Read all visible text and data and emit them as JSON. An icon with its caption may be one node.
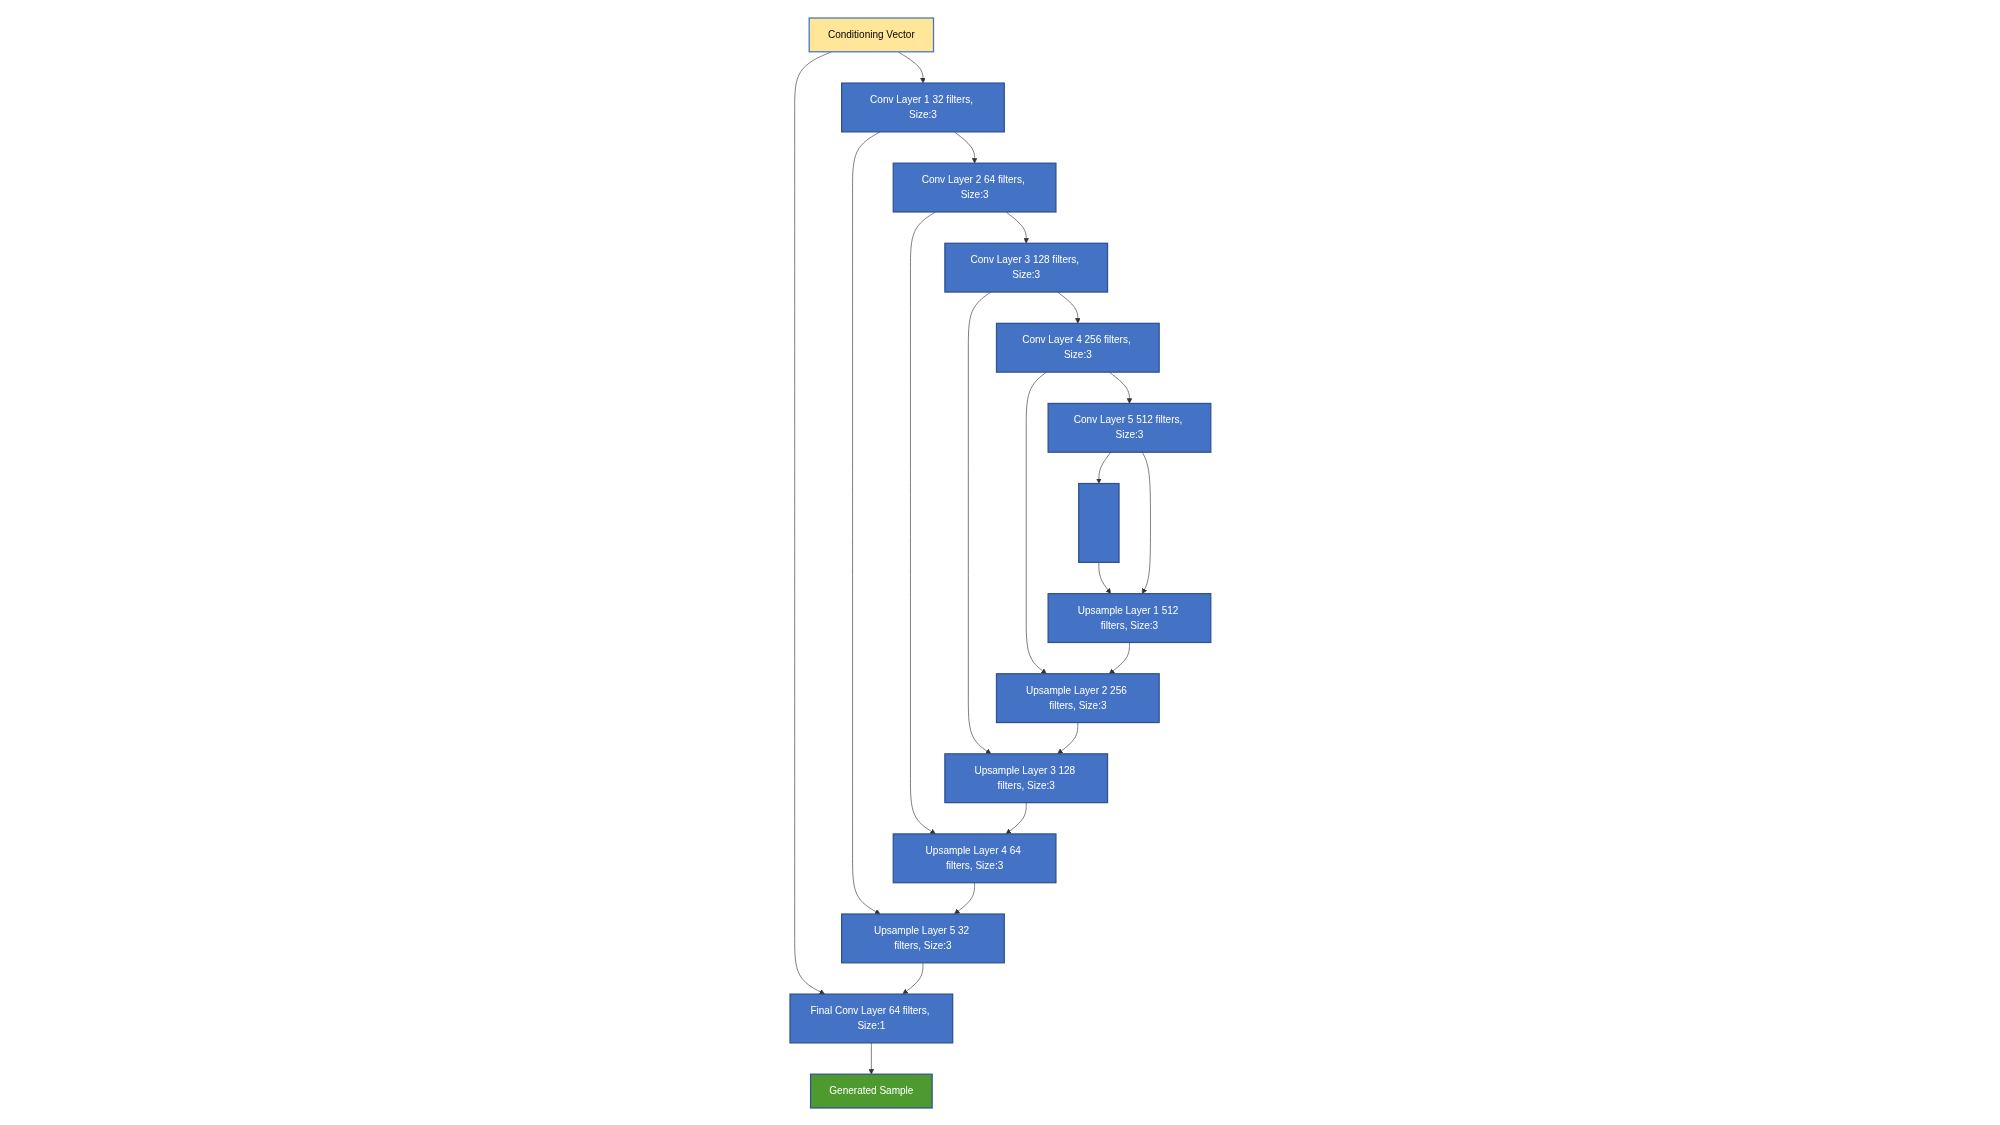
{
  "diagram": {
    "nodes": [
      {
        "text": [
          "Conditioning Vector"
        ]
      },
      {
        "text": [
          "Conv Layer 1 32 filters, Size:3"
        ]
      },
      {
        "text": [
          "Conv Layer 2 64 filters, Size:3"
        ]
      },
      {
        "text": [
          "Conv Layer 3 128 filters, Size:3"
        ]
      },
      {
        "text": [
          "Conv Layer 4 256 filters, Size:3"
        ]
      },
      {
        "text": [
          "Conv Layer 5 512 filters, Size:3"
        ]
      },
      {
        "text": [],
        "shape": "bar"
      },
      {
        "text": [
          "Upsample Layer 1 512 filters, Size:3"
        ]
      },
      {
        "text": [
          "Upsample Layer 2 256 filters, Size:3"
        ]
      },
      {
        "text": [
          "Upsample Layer 3 128 filters, Size:3"
        ]
      },
      {
        "text": [
          "Upsample Layer 4 64 filters, Size:3"
        ]
      },
      {
        "text": [
          "Upsample Layer 5 32 filters, Size:3"
        ]
      },
      {
        "text": [
          "Final Conv Layer 64 filters, Size:1"
        ]
      },
      {
        "text": [
          "Generated Sample"
        ]
      }
    ],
    "edges": [
      {
        "from": 0,
        "to": 1,
        "arrow": "to"
      },
      {
        "from": 1,
        "to": 2,
        "arrow": "to"
      },
      {
        "from": 2,
        "to": 3,
        "arrow": "to"
      },
      {
        "from": 3,
        "to": 4,
        "arrow": "to"
      },
      {
        "from": 4,
        "to": 5,
        "arrow": "to"
      },
      {
        "from": 5,
        "to": 6,
        "arrow": "to"
      },
      {
        "from": 6,
        "to": 7,
        "arrow": "to"
      },
      {
        "from": 5,
        "to": 7,
        "arrow": "to"
      },
      {
        "from": 4,
        "to": 8,
        "arrow": "to"
      },
      {
        "from": 3,
        "to": 9,
        "arrow": "to"
      },
      {
        "from": 2,
        "to": 10,
        "arrow": "to"
      },
      {
        "from": 1,
        "to": 11,
        "arrow": "to"
      },
      {
        "from": 0,
        "to": 12,
        "arrow": "to"
      },
      {
        "from": 7,
        "to": 8,
        "arrow": "to"
      },
      {
        "from": 8,
        "to": 9,
        "arrow": "to"
      },
      {
        "from": 9,
        "to": 10,
        "arrow": "to"
      },
      {
        "from": 10,
        "to": 11,
        "arrow": "to"
      },
      {
        "from": 11,
        "to": 12,
        "arrow": "to"
      },
      {
        "from": 12,
        "to": 13,
        "arrow": "to"
      }
    ]
  }
}
